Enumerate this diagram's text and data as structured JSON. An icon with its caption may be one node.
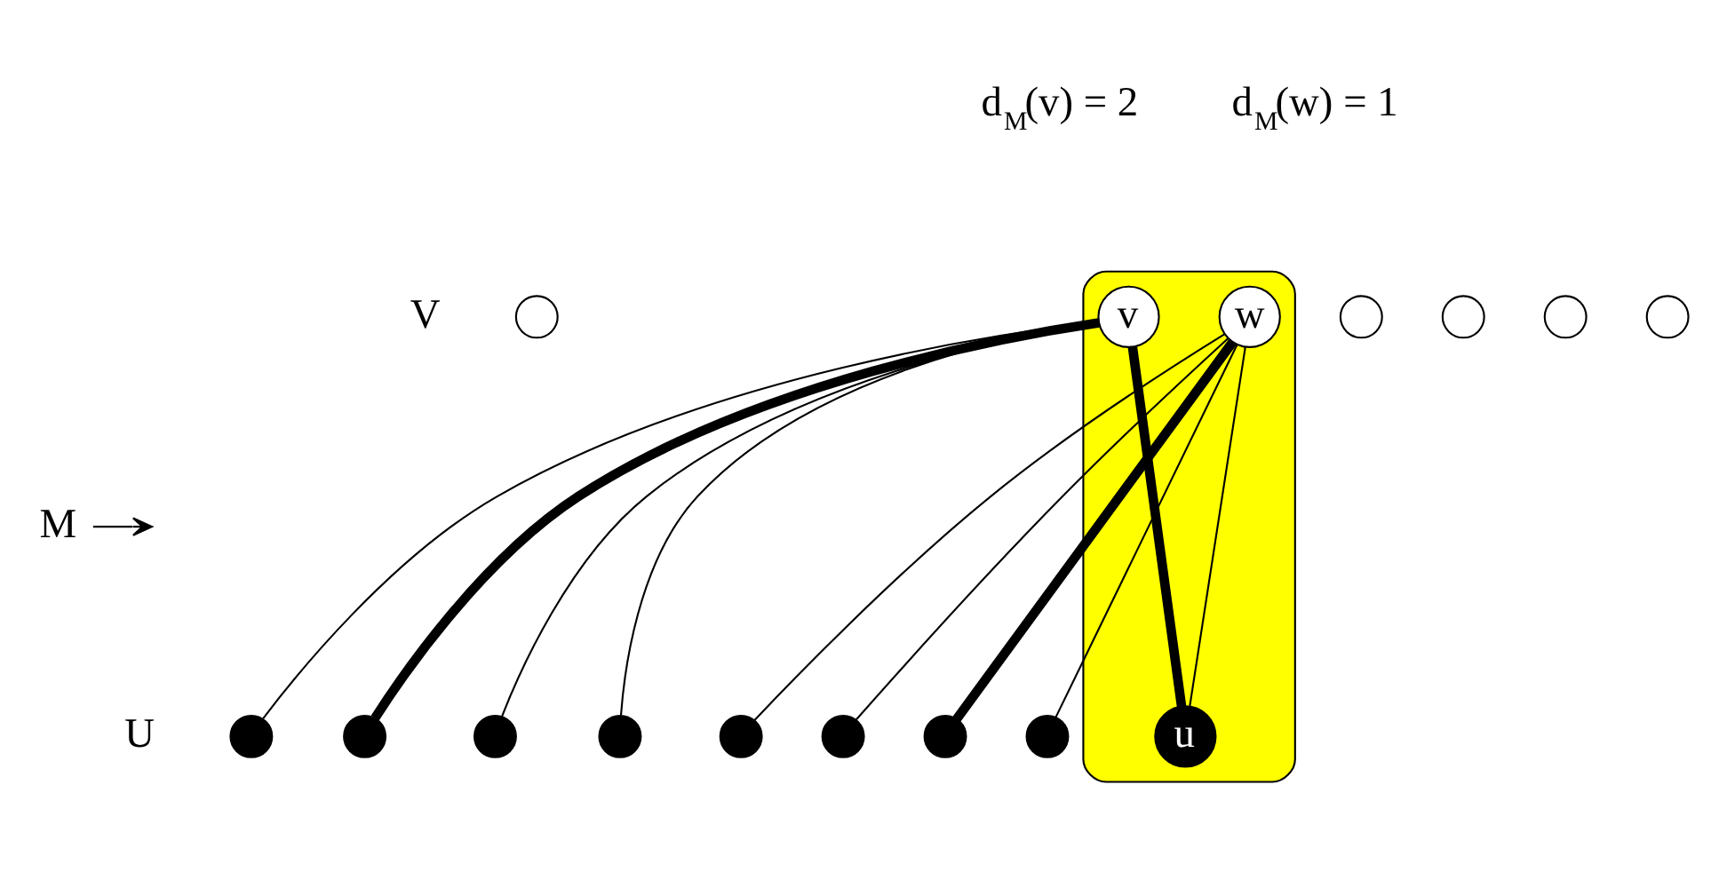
{
  "diagram": {
    "nodes": [
      {
        "text": [],
        "shape": "band"
      },
      {
        "text": [],
        "shape": "circle"
      },
      {
        "text": [
          "v"
        ],
        "in": 0
      },
      {
        "text": [],
        "shape": "circle"
      },
      {
        "text": [],
        "shape": "circle"
      },
      {
        "text": [],
        "shape": "circle"
      },
      {
        "text": [
          "w"
        ],
        "in": 0
      },
      {
        "text": [],
        "shape": "circle"
      },
      {
        "text": [],
        "shape": "dot"
      },
      {
        "text": [],
        "shape": "dot"
      },
      {
        "text": [],
        "shape": "dot"
      },
      {
        "text": [],
        "shape": "dot"
      },
      {
        "text": [
          "u"
        ],
        "in": 0
      },
      {
        "text": [],
        "shape": "dot"
      },
      {
        "text": [],
        "shape": "dot"
      },
      {
        "text": [],
        "shape": "dot"
      },
      {
        "text": [],
        "shape": "dot"
      },
      {
        "text": [
          "M"
        ]
      }
    ],
    "edges": [
      {
        "from": 2,
        "to": 8,
        "arrow": "none"
      },
      {
        "from": 2,
        "to": 9,
        "arrow": "none",
        "style": "thick"
      },
      {
        "from": 2,
        "to": 10,
        "arrow": "none"
      },
      {
        "from": 2,
        "to": 11,
        "arrow": "none"
      },
      {
        "from": 2,
        "to": 12,
        "arrow": "none",
        "style": "thick"
      },
      {
        "from": 6,
        "to": 12,
        "arrow": "none"
      },
      {
        "from": 6,
        "to": 13,
        "arrow": "none"
      },
      {
        "from": 6,
        "to": 14,
        "arrow": "none"
      },
      {
        "from": 6,
        "to": 15,
        "arrow": "none",
        "style": "thick"
      },
      {
        "from": 6,
        "to": 16,
        "arrow": "none"
      },
      {
        "from": 17,
        "to": null,
        "arrow": "to"
      }
    ],
    "labels": [
      "d$_{M}$(v) = 2",
      "d$_{M}$(w) = 1",
      "V",
      "U"
    ]
  }
}
